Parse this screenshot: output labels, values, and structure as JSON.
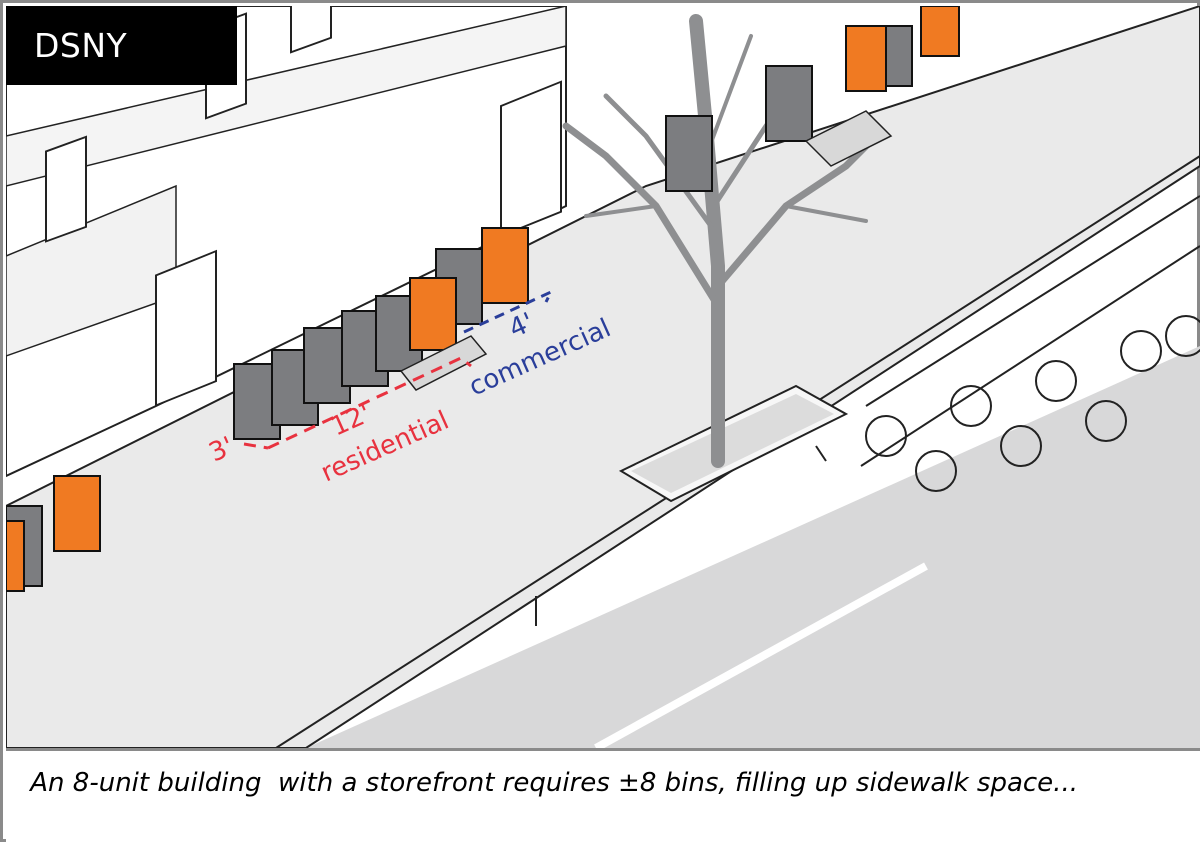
{
  "header": {
    "brand": "DSNY"
  },
  "caption": {
    "text": " An 8-unit building  with a storefront requires ±8 bins, filling up sidewalk space..."
  },
  "dimensions": {
    "residential_width": "12'",
    "residential_label": "residential",
    "commercial_width": "4'",
    "commercial_label": "commercial",
    "clearance": "3'"
  },
  "colors": {
    "residential_line": "#e8323f",
    "commercial_line": "#2a3e9a",
    "commercial_bin": "#f07a22",
    "residential_bin": "#7c7d80",
    "tree": "#8e8f91"
  }
}
